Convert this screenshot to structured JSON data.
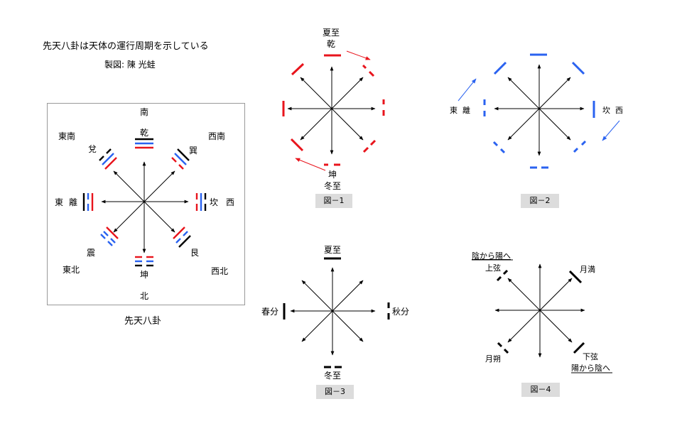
{
  "header": {
    "title": "先天八卦は天体の運行周期を示している",
    "author": "製図:  陳 光蛙"
  },
  "main_diagram": {
    "caption": "先天八卦",
    "directions": {
      "south": "南",
      "north": "北",
      "east": "東",
      "west": "西",
      "southeast": "東南",
      "southwest": "西南",
      "northeast": "東北",
      "northwest": "西北"
    },
    "trigrams": {
      "qian": "乾",
      "dui": "兌",
      "xun": "巽",
      "li": "離",
      "kan": "坎",
      "zhen": "震",
      "gen": "艮",
      "kun": "坤"
    }
  },
  "fig1": {
    "label": "図－1",
    "top_season": "夏至",
    "top_trigram": "乾",
    "bottom_trigram": "坤",
    "bottom_season": "冬至",
    "color": "#e8141c"
  },
  "fig2": {
    "label": "図－2",
    "left_labels": "東  離",
    "right_labels": "坎  西",
    "color": "#2a62f0"
  },
  "fig3": {
    "label": "図－3",
    "top": "夏至",
    "bottom": "冬至",
    "left": "春分",
    "right": "秋分"
  },
  "fig4": {
    "label": "図－4",
    "top_left_note": "陰から陽へ",
    "top_left": "上弦",
    "top_right": "月満",
    "bottom_left": "月朔",
    "bottom_right": "下弦",
    "bottom_right_note": "陽から陰へ"
  },
  "colors": {
    "red": "#e8141c",
    "blue": "#2a62f0",
    "black": "#000000"
  }
}
